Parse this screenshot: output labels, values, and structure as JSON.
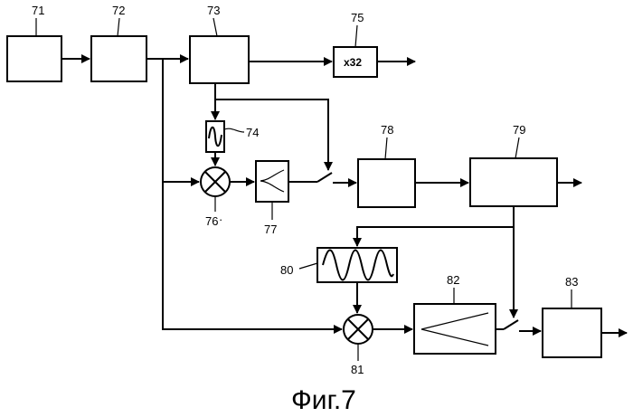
{
  "figure": {
    "caption": "Фиг.7",
    "labels": {
      "n71": "71",
      "n72": "72",
      "n73": "73",
      "n74": "74",
      "n75": "75",
      "n76": "76",
      "n77": "77",
      "n78": "78",
      "n79": "79",
      "n80": "80",
      "n81": "81",
      "n82": "82",
      "n83": "83"
    },
    "multiplier_text": "x32",
    "tick_mark": "·"
  }
}
